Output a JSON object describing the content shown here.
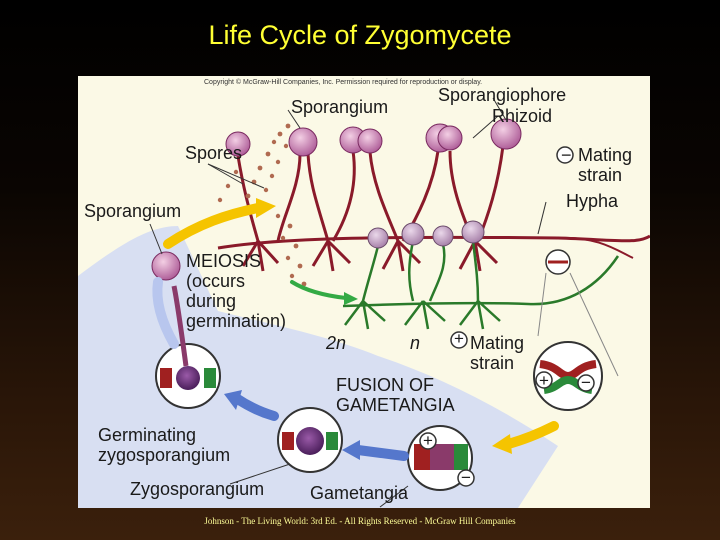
{
  "slide": {
    "title": "Life Cycle of Zygomycete",
    "footer": "Johnson - The Living World: 3rd Ed. - All Rights Reserved - McGraw Hill Companies"
  },
  "figure": {
    "copyright": "Copyright © McGraw-Hill Companies, Inc. Permission required for reproduction or display.",
    "labels": {
      "sporangium_top": "Sporangium",
      "sporangiophore": "Sporangiophore",
      "rhizoid": "Rhizoid",
      "spores": "Spores",
      "mating_minus_line1": "Mating",
      "mating_minus_line2": "strain",
      "minus_sign": "−",
      "sporangium_left": "Sporangium",
      "hypha": "Hypha",
      "meiosis_line1": "MEIOSIS",
      "meiosis_line2": "(occurs",
      "meiosis_line3": "during",
      "meiosis_line4": "germination)",
      "ploidy_2n": "2n",
      "ploidy_n": "n",
      "plus_sign": "+",
      "mating_plus_line1": "Mating",
      "mating_plus_line2": "strain",
      "fusion_line1": "FUSION OF",
      "fusion_line2": "GAMETANGIA",
      "germinating_line1": "Germinating",
      "germinating_line2": "zygosporangium",
      "zygosporangium": "Zygosporangium",
      "gametangia": "Gametangia"
    },
    "colors": {
      "haploid_zone": "#f7f3c8",
      "diploid_zone": "#d8dff2",
      "arrow_blue": "#5577cc",
      "arrow_yellow": "#f5c400",
      "arrow_green": "#33aa44",
      "hypha_red": "#8a1a2a",
      "sporangium_pink": "#d68bb8"
    }
  }
}
